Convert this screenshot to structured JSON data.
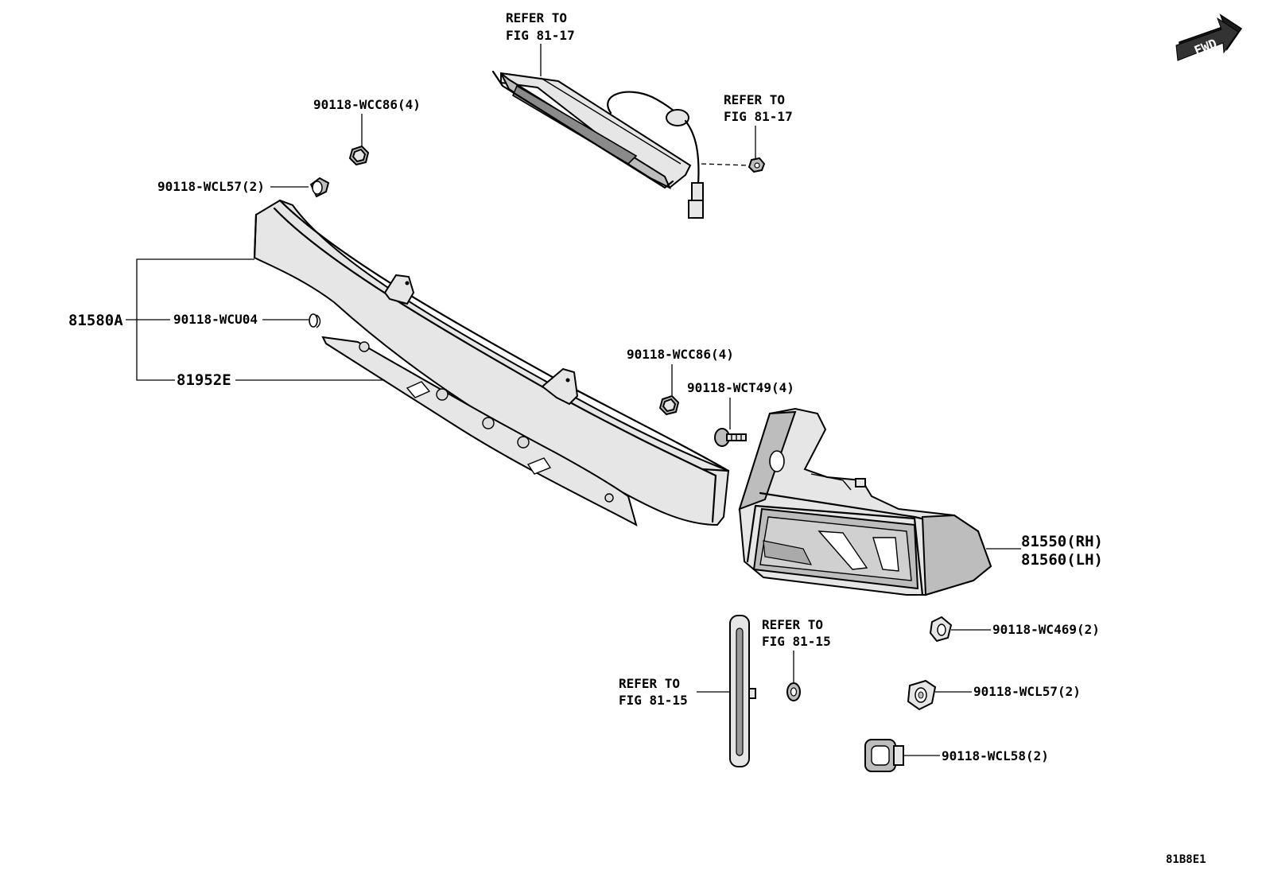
{
  "labels": {
    "refer_high_mount_1": "REFER TO",
    "refer_high_mount_2": "FIG 81-17",
    "refer_connector_1": "REFER TO",
    "refer_connector_2": "FIG 81-17",
    "nut_wcc86_top": "90118-WCC86(4)",
    "clip_wcl57_top": "90118-WCL57(2)",
    "assy_81580a": "81580A",
    "clip_wcu04": "90118-WCU04",
    "gasket_81952e": "81952E",
    "nut_wcc86_mid": "90118-WCC86(4)",
    "screw_wct49": "90118-WCT49(4)",
    "lamp_rh": "81550(RH)",
    "lamp_lh": "81560(LH)",
    "refer_nut_side_1": "REFER TO",
    "refer_nut_side_2": "FIG 81-15",
    "refer_reflector_1": "REFER TO",
    "refer_reflector_2": "FIG 81-15",
    "clip_wc469": "90118-WC469(2)",
    "clip_wcl57_bottom": "90118-WCL57(2)",
    "clip_wcl58": "90118-WCL58(2)",
    "fwd": "FWD",
    "figure_code": "81B8E1"
  }
}
